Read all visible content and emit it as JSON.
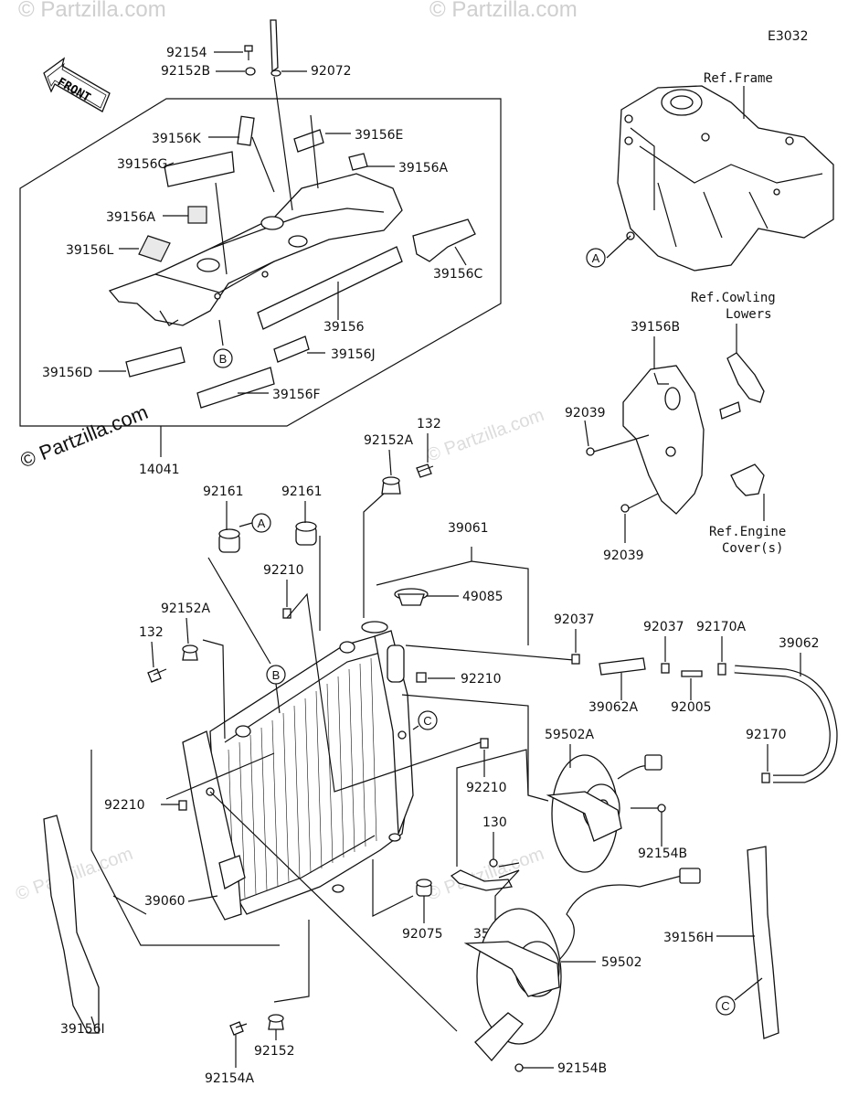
{
  "diagram_code": "E3032",
  "copyright": "© Partzilla.com",
  "watermark": "© Partzilla.com",
  "front_label": "FRONT",
  "refs": {
    "frame": "Ref.Frame",
    "cowling_1": "Ref.Cowling",
    "cowling_2": "Lowers",
    "engine_1": "Ref.Engine",
    "engine_2": "Cover(s)"
  },
  "circles": {
    "a": "A",
    "b": "B",
    "c": "C"
  },
  "parts": {
    "p92154": "92154",
    "p92152B": "92152B",
    "p92072": "92072",
    "p39156K": "39156K",
    "p39156E": "39156E",
    "p39156G": "39156G",
    "p39156A": "39156A",
    "p39156L": "39156L",
    "p39156C": "39156C",
    "p39156": "39156",
    "p39156J": "39156J",
    "p39156D": "39156D",
    "p39156F": "39156F",
    "p14041": "14041",
    "p39156B": "39156B",
    "p92039": "92039",
    "p92152A": "92152A",
    "p132": "132",
    "p92161": "92161",
    "p39061": "39061",
    "p92210": "92210",
    "p49085": "49085",
    "p92037": "92037",
    "p92170A": "92170A",
    "p39062": "39062",
    "p39062A": "39062A",
    "p92005": "92005",
    "p92170": "92170",
    "p59502A": "59502A",
    "p92154B": "92154B",
    "p130": "130",
    "p39060": "39060",
    "p92075": "92075",
    "p35063": "35063",
    "p39156H": "39156H",
    "p39156I": "39156I",
    "p59502": "59502",
    "p92152": "92152",
    "p92154A": "92154A"
  }
}
